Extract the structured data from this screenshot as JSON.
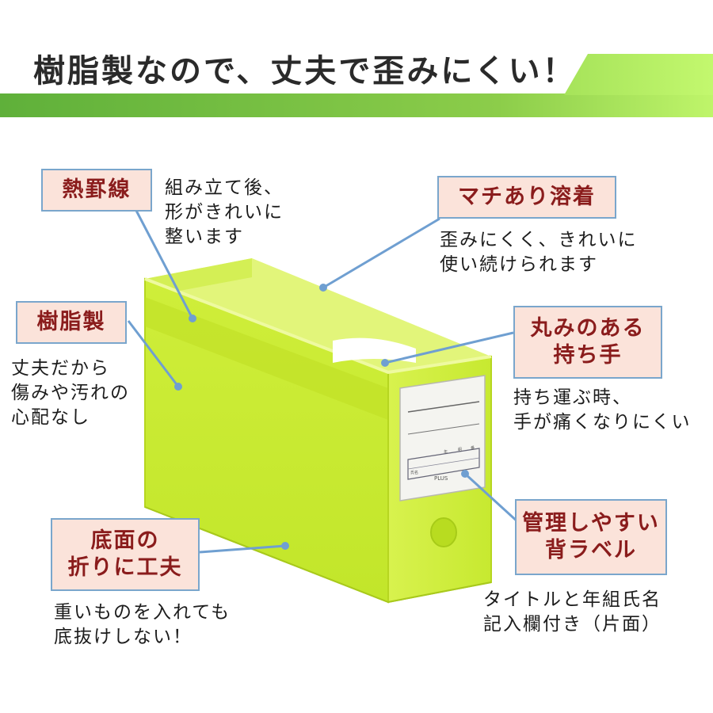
{
  "headline": "樹脂製なので、丈夫で歪みにくい！",
  "callouts": {
    "heat_crease": {
      "label": "熱罫線",
      "desc": [
        "組み立て後、",
        "形がきれいに",
        "整います"
      ]
    },
    "gusset_weld": {
      "label": "マチあり溶着",
      "desc": [
        "歪みにくく、きれいに",
        "使い続けられます"
      ]
    },
    "resin": {
      "label": "樹脂製",
      "desc": [
        "丈夫だから",
        "傷みや汚れの",
        "心配なし"
      ]
    },
    "round_handle": {
      "label": [
        "丸みのある",
        "持ち手"
      ],
      "desc": [
        "持ち運ぶ時、",
        "手が痛くなりにくい"
      ]
    },
    "bottom_fold": {
      "label": [
        "底面の",
        "折りに工夫"
      ],
      "desc": [
        "重いものを入れても",
        "底抜けしない！"
      ]
    },
    "spine_label": {
      "label": [
        "管理しやすい",
        "背ラベル"
      ],
      "desc": [
        "タイトルと年組氏名",
        "記入欄付き（片面）"
      ]
    }
  },
  "product": {
    "brand": "PLUS",
    "spine_fields": [
      "年",
      "組",
      "番"
    ],
    "spine_name_field": "氏名"
  },
  "colors": {
    "accent_green": "#8ccd4a",
    "label_fill": "#fbe3da",
    "label_text": "#8a1c1c",
    "label_border": "#7aa6cc",
    "box_lime": "#c9ec2a"
  }
}
